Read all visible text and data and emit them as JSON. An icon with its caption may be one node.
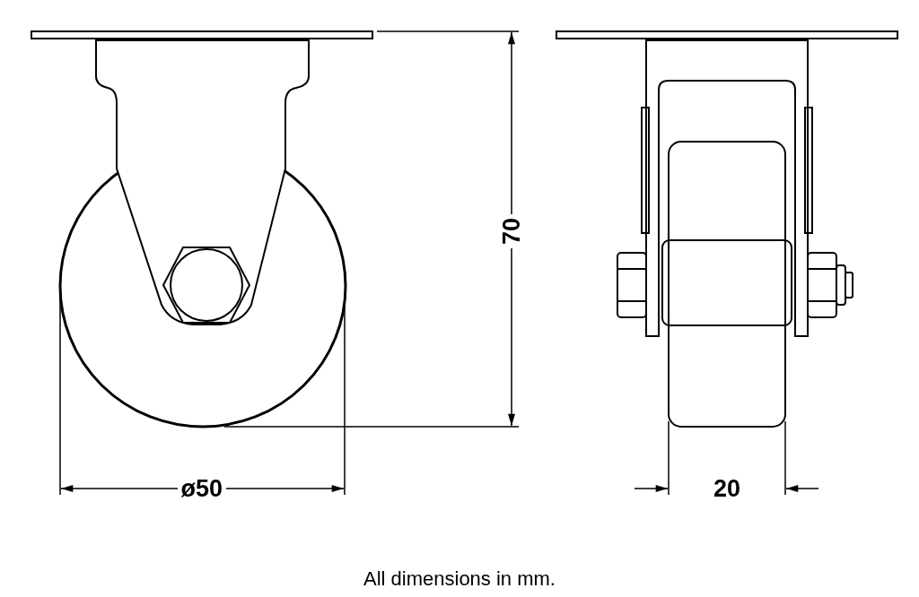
{
  "diagram": {
    "caption": "All dimensions in mm.",
    "labels": [
      "70",
      "ø50",
      "20"
    ]
  }
}
